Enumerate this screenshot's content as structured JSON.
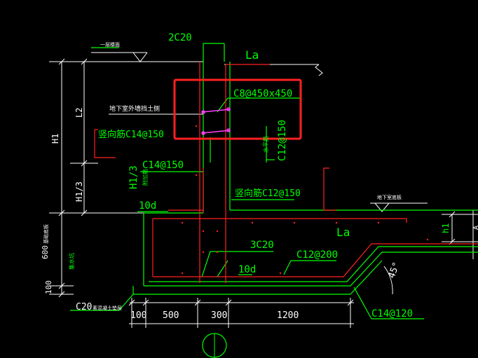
{
  "labels": {
    "top_bar": "2C20",
    "la_top": "La",
    "stirrup": "C8@450x450",
    "ext_wall_note": "地下室外墙挡土侧",
    "vert_bar": "竖向筋C14@150",
    "horiz_note": "水平筋",
    "c12_vert": "C12@150",
    "l2": "L2",
    "h1": "H1",
    "h1_3_left": "H1/3",
    "h1_3_mid": "H1/3",
    "c14_150": "C14@150",
    "add_bar_note": "附加筋",
    "ten_d_upper": "10d",
    "vert_c12": "竖向筋C12@150",
    "slab_note": "地下室底板",
    "h1_right": "h1",
    "la_bottom": "La",
    "six_hundred": "600",
    "base_note": "基础底板",
    "slab_note2": "集水坑",
    "three_c20": "3C20",
    "ten_d_lower": "10d",
    "c12_200": "C12@200",
    "angle": "45°",
    "hundred_left": "100",
    "c20_cushion": "C20",
    "cushion_note": "素混凝土垫层",
    "dim_100": "100",
    "dim_500": "500",
    "dim_300": "300",
    "dim_1200": "1200",
    "c14_120": "C14@120",
    "floor_note": "一层楼面",
    "right_edge": "A"
  }
}
